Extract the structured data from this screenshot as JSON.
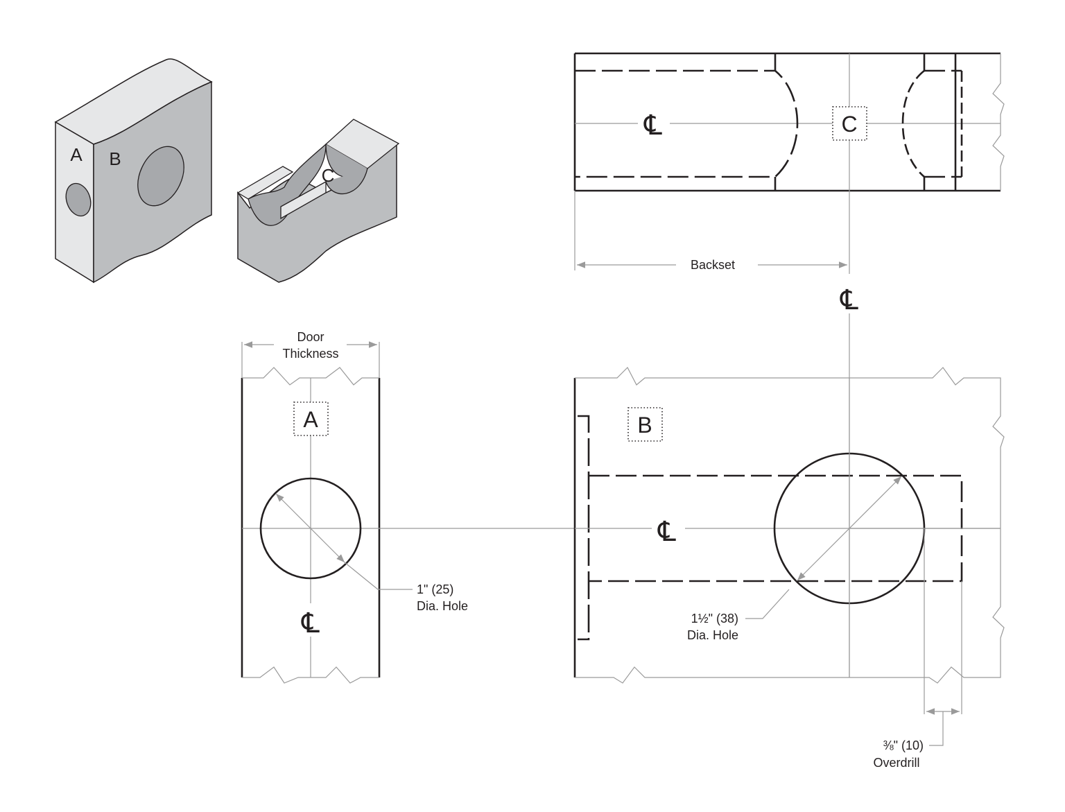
{
  "iso": {
    "label_a": "A",
    "label_b": "B",
    "label_c": "C"
  },
  "top_view": {
    "centerline_label": "℄",
    "marker": "C",
    "dimension_label": "Backset",
    "backset_centerline": "℄"
  },
  "edge_view": {
    "dimension_label_line1": "Door",
    "dimension_label_line2": "Thickness",
    "marker": "A",
    "centerline_label": "℄",
    "hole_label_line1": "1\" (25)",
    "hole_label_line2": "Dia. Hole"
  },
  "face_view": {
    "marker": "B",
    "centerline_label": "℄",
    "hole_label_line1": "1½\" (38)",
    "hole_label_line2": "Dia. Hole",
    "overdrill_label_line1": "⅜\" (10)",
    "overdrill_label_line2": "Overdrill"
  },
  "colors": {
    "ink": "#231f20",
    "dimension": "#9a9a9a",
    "face_light": "#e6e7e8",
    "face_mid": "#d1d3d4",
    "face_dark": "#bcbec0",
    "hole_shade": "#a7a9ac"
  }
}
